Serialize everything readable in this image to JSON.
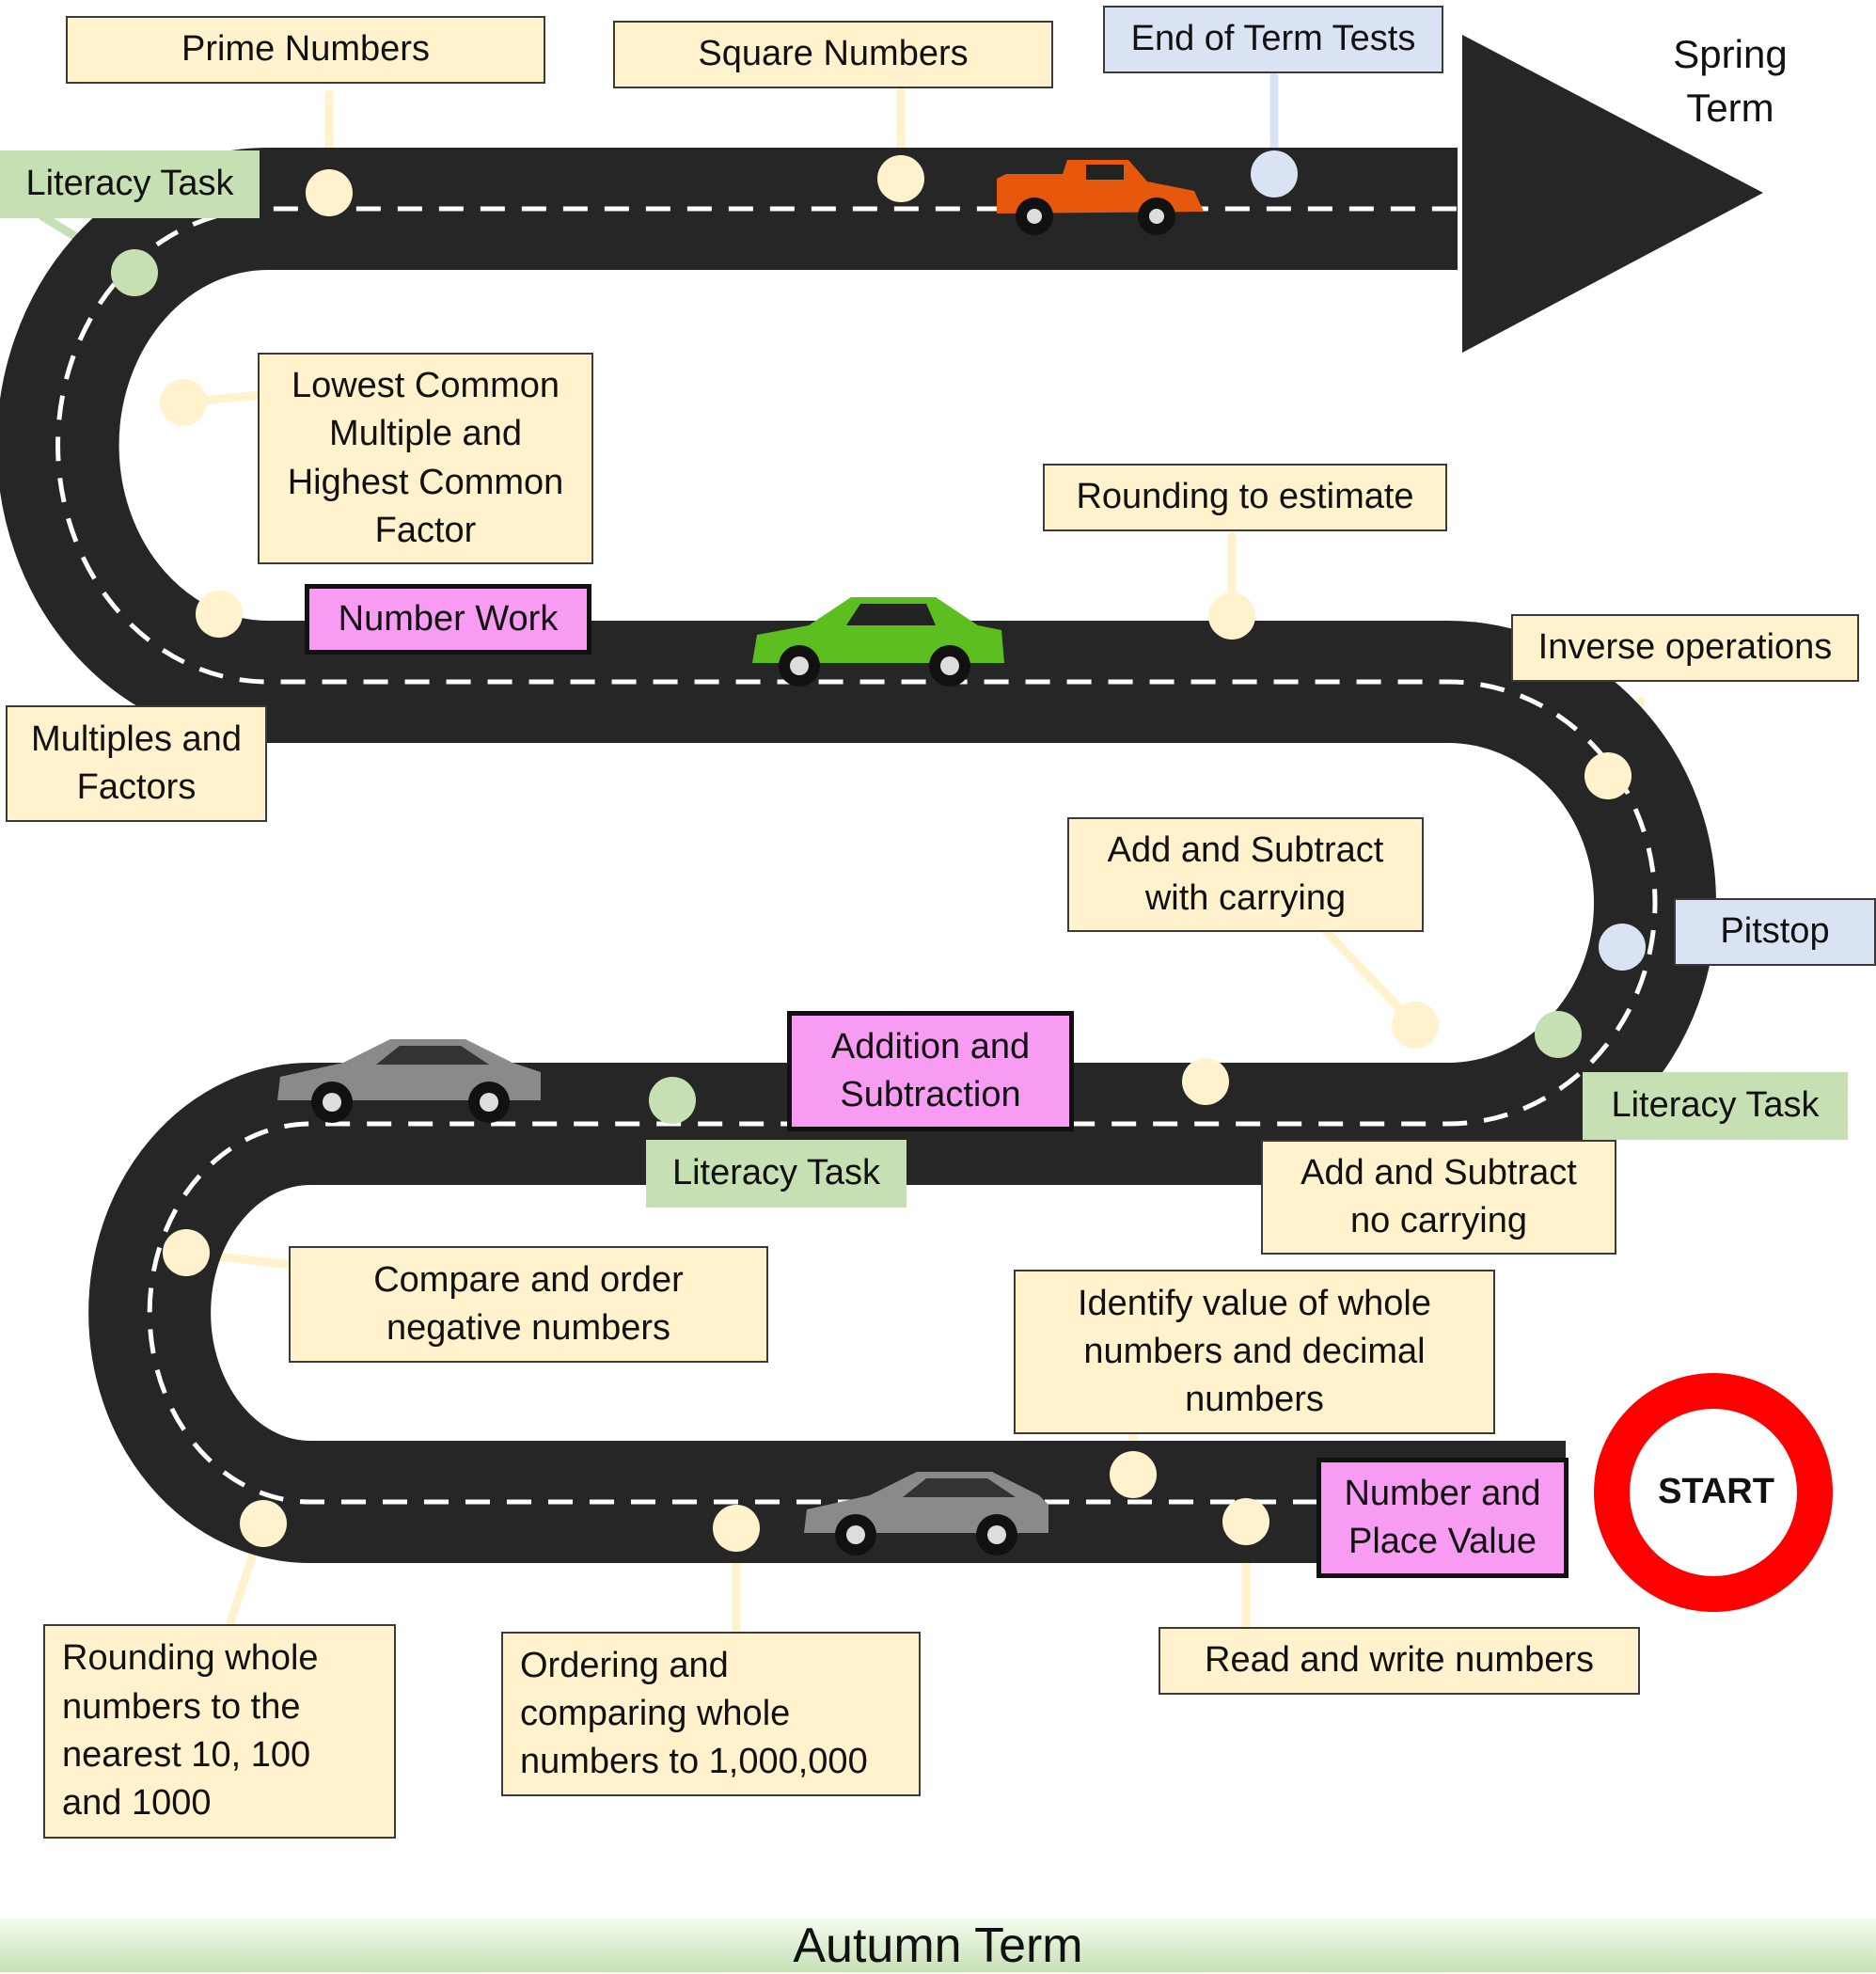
{
  "header": {
    "spring_term": "Spring\nTerm"
  },
  "start": {
    "label": "START"
  },
  "footer": {
    "title": "Autumn Term"
  },
  "units": [
    {
      "name": "number-and-place-value",
      "label": "Number and\nPlace Value"
    },
    {
      "name": "addition-and-subtraction",
      "label": "Addition and\nSubtraction"
    },
    {
      "name": "number-work",
      "label": "Number Work"
    }
  ],
  "topics": [
    "Read and write numbers",
    "Identify value of whole\nnumbers and decimal\nnumbers",
    "Ordering and\ncomparing whole\nnumbers to 1,000,000",
    "Rounding whole\nnumbers to the\nnearest 10, 100\nand 1000",
    "Compare and order\nnegative numbers",
    "Add and Subtract\nno carrying",
    "Add and Subtract\nwith carrying",
    "Inverse operations",
    "Rounding to estimate",
    "Multiples and\nFactors",
    "Lowest Common\nMultiple and\nHighest Common\nFactor",
    "Prime Numbers",
    "Square Numbers"
  ],
  "literacy_tasks": [
    "Literacy Task",
    "Literacy Task",
    "Literacy Task"
  ],
  "checkpoints": {
    "pitstop": "Pitstop",
    "end_tests": "End of Term Tests"
  },
  "colors": {
    "road": "#262626",
    "topic": "#fff2cc",
    "unit": "#f79cf2",
    "literacy": "#c6e0b4",
    "test": "#dae3f3",
    "start_ring": "#ff0000",
    "car_orange": "#e8580c",
    "car_green": "#5cbf1f",
    "car_grey": "#8a8a8a"
  }
}
